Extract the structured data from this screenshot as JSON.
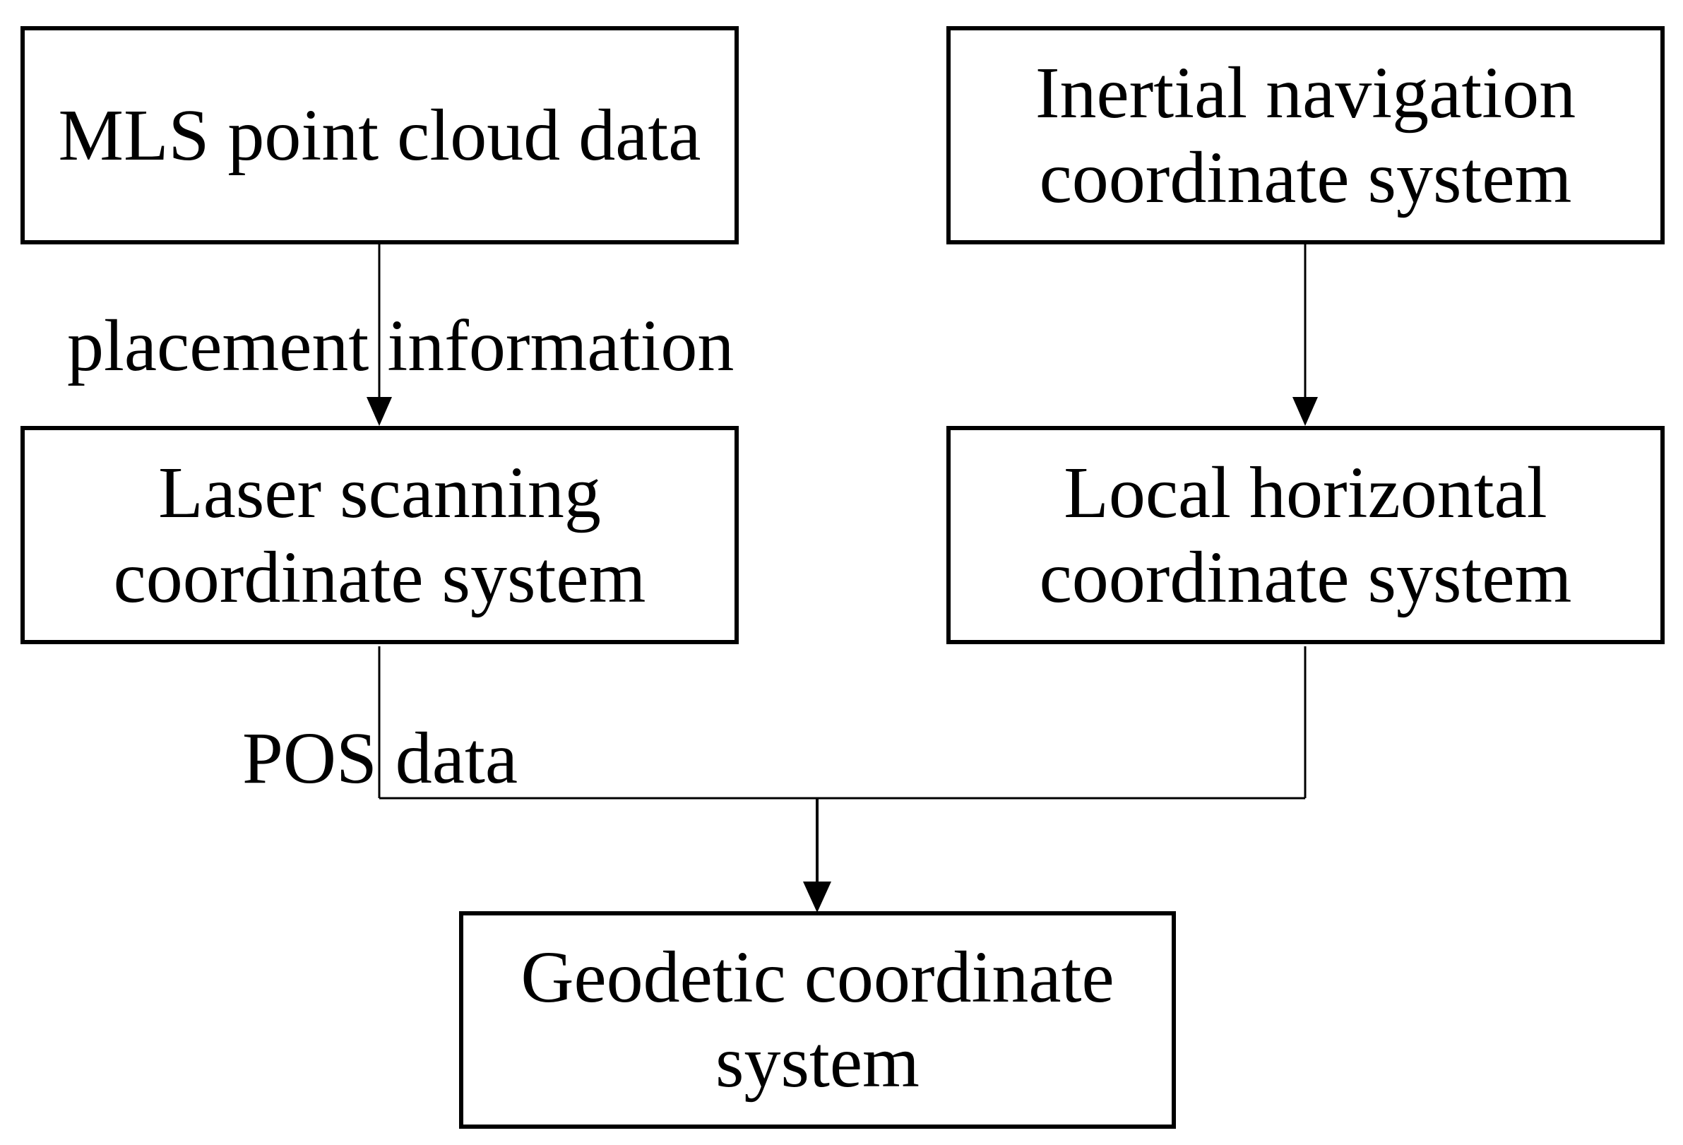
{
  "nodes": {
    "mls": {
      "lines": [
        "MLS point cloud data"
      ]
    },
    "inertial": {
      "lines": [
        "Inertial navigation",
        "coordinate system"
      ]
    },
    "laser": {
      "lines": [
        "Laser scanning",
        "coordinate system"
      ]
    },
    "local": {
      "lines": [
        "Local horizontal",
        "coordinate system"
      ]
    },
    "geodetic": {
      "lines": [
        "Geodetic coordinate",
        "system"
      ]
    }
  },
  "edges": {
    "placement": {
      "label": "placement information"
    },
    "pos": {
      "label": "POS data"
    }
  },
  "colors": {
    "stroke": "#000000",
    "background": "#ffffff"
  }
}
